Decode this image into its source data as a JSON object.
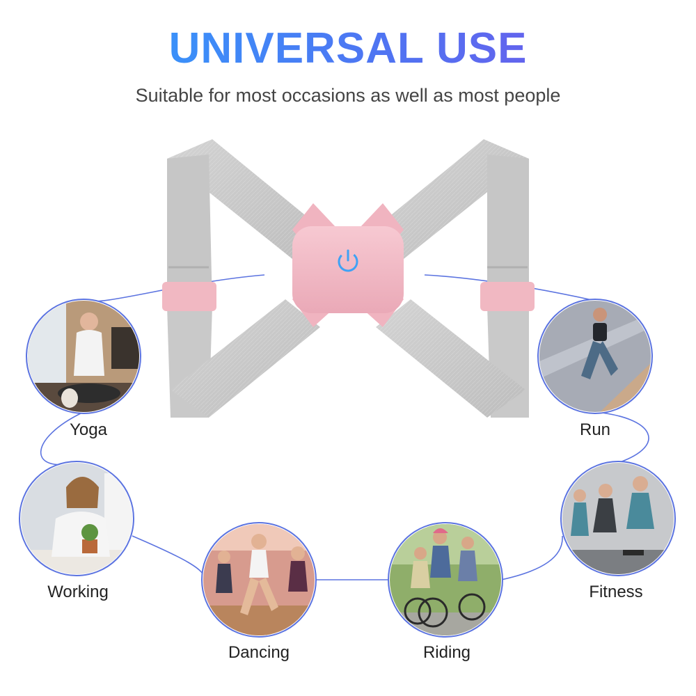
{
  "heading": {
    "title": "UNIVERSAL USE",
    "subtitle": "Suitable for most occasions as well as most people"
  },
  "colors": {
    "title_gradient_start": "#2aa7ff",
    "title_gradient_end": "#7a52e8",
    "ring_line": "#5b73e0",
    "strap": "#c9c9c9",
    "device": "#f2b9c4",
    "power_icon": "#3fa2f5"
  },
  "device": {
    "icon": "power-icon"
  },
  "activities": [
    {
      "id": "yoga",
      "label": "Yoga"
    },
    {
      "id": "run",
      "label": "Run"
    },
    {
      "id": "working",
      "label": "Working"
    },
    {
      "id": "fitness",
      "label": "Fitness"
    },
    {
      "id": "dancing",
      "label": "Dancing"
    },
    {
      "id": "riding",
      "label": "Riding"
    }
  ]
}
